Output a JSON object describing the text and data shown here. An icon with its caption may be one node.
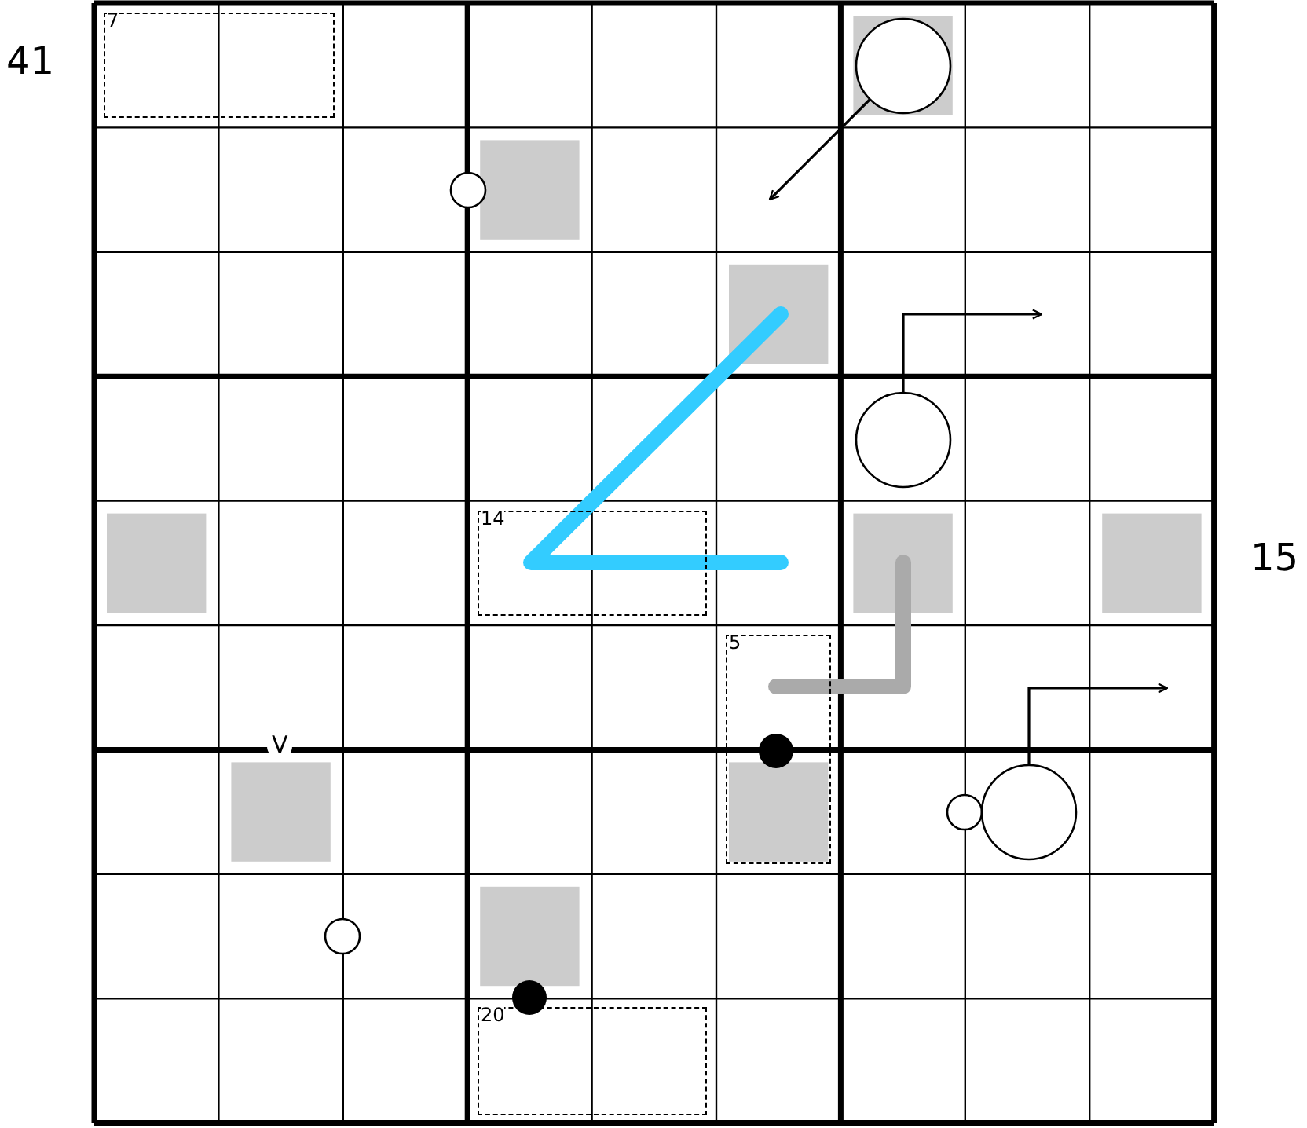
{
  "diagram": {
    "nodes": [
      {
        "text": [
          "7"
        ]
      },
      {
        "text": [],
        "shape": "circle"
      },
      {
        "text": [],
        "shape": "circle"
      },
      {
        "text": [
          "14"
        ]
      },
      {
        "text": [
          "5"
        ]
      },
      {
        "text": [],
        "shape": "circle"
      },
      {
        "text": [
          "20"
        ]
      }
    ],
    "edges": [
      {
        "from": 1,
        "to": null,
        "arrow": "to"
      },
      {
        "from": 2,
        "to": null,
        "arrow": "to"
      },
      {
        "from": 5,
        "to": null,
        "arrow": "to"
      }
    ],
    "labels": [
      "41",
      "15",
      "V"
    ]
  }
}
